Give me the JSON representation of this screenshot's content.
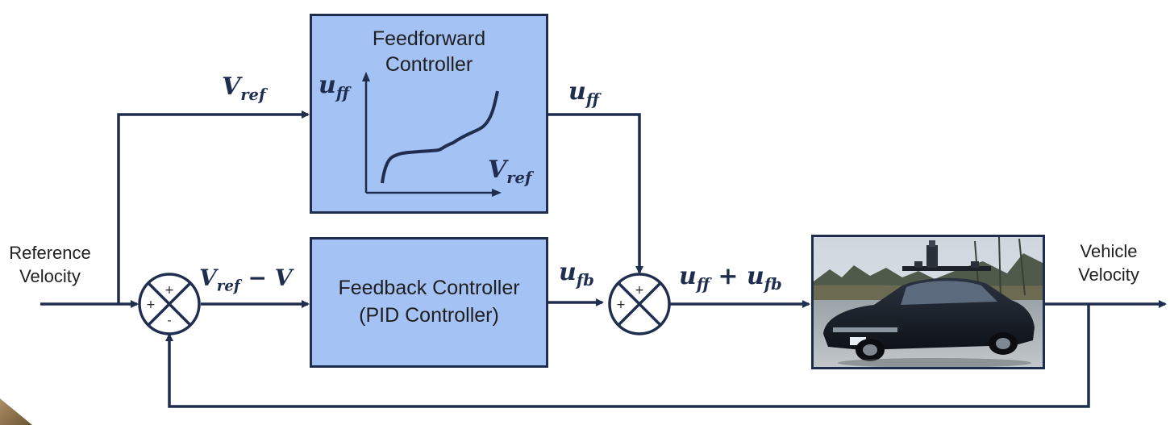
{
  "feedforward": {
    "title_line1": "Feedforward",
    "title_line2": "Controller"
  },
  "feedback": {
    "title_line1": "Feedback Controller",
    "title_line2": "(PID Controller)"
  },
  "inputs": {
    "reference_line1": "Reference",
    "reference_line2": "Velocity"
  },
  "outputs": {
    "vehicle_line1": "Vehicle",
    "vehicle_line2": "Velocity"
  },
  "signals": {
    "vref_top": {
      "base": "V",
      "sub": "ref"
    },
    "error": {
      "base": "V",
      "sub": "ref",
      "rest": " − V"
    },
    "uff_out": {
      "base": "u",
      "sub": "ff"
    },
    "ufb_out": {
      "base": "u",
      "sub": "fb"
    },
    "sum_base1": "u",
    "sum_sub1": "ff",
    "sum_plus": " + ",
    "sum_base2": "u",
    "sum_sub2": "fb"
  },
  "inset_plot": {
    "y_base": "u",
    "y_sub": "ff",
    "x_base": "V",
    "x_sub": "ref"
  },
  "summers": {
    "left": {
      "top": "+",
      "left": "+",
      "bottom": "-"
    },
    "right": {
      "top": "+",
      "left": "+"
    }
  },
  "colors": {
    "block_fill": "#a4c2f4",
    "line": "#1f2d4f"
  }
}
